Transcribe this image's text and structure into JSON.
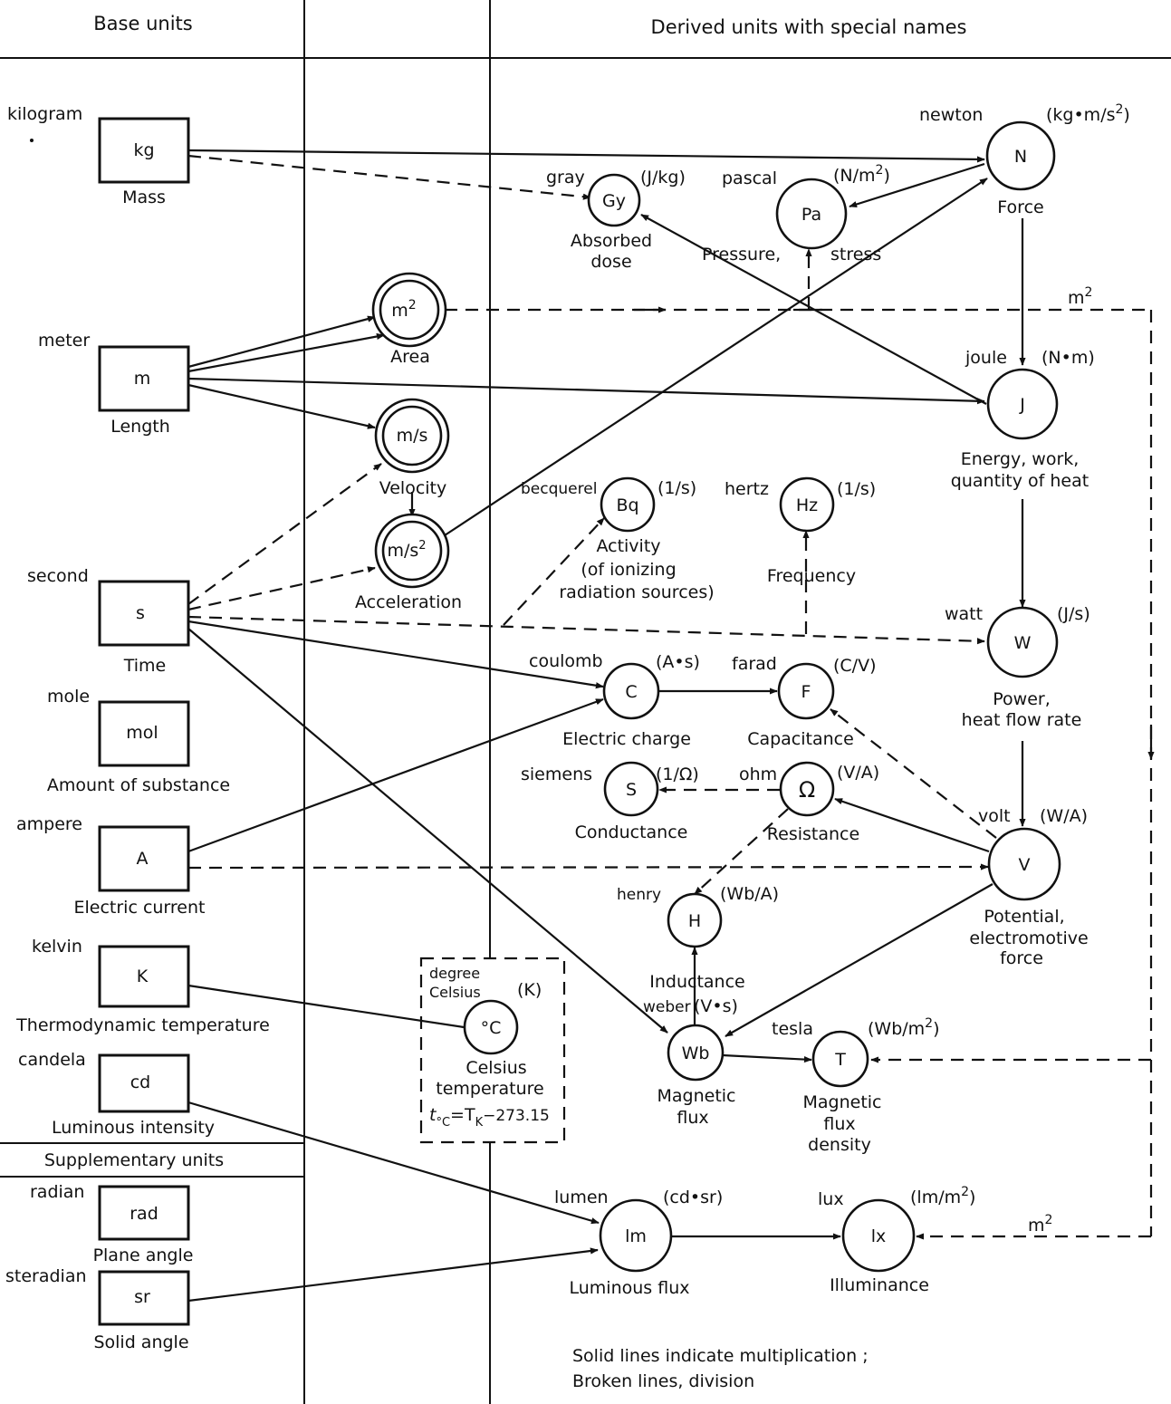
{
  "headers": {
    "base": "Base units",
    "derived": "Derived units with special names",
    "supplementary": "Supplementary units"
  },
  "base_units": [
    {
      "id": "kg",
      "name": "kilogram",
      "symbol": "kg",
      "quantity": "Mass"
    },
    {
      "id": "m",
      "name": "meter",
      "symbol": "m",
      "quantity": "Length"
    },
    {
      "id": "s",
      "name": "second",
      "symbol": "s",
      "quantity": "Time"
    },
    {
      "id": "mol",
      "name": "mole",
      "symbol": "mol",
      "quantity": "Amount of substance"
    },
    {
      "id": "A",
      "name": "ampere",
      "symbol": "A",
      "quantity": "Electric current"
    },
    {
      "id": "K",
      "name": "kelvin",
      "symbol": "K",
      "quantity": "Thermodynamic temperature"
    },
    {
      "id": "cd",
      "name": "candela",
      "symbol": "cd",
      "quantity": "Luminous intensity"
    }
  ],
  "supplementary_units": [
    {
      "id": "rad",
      "name": "radian",
      "symbol": "rad",
      "quantity": "Plane angle"
    },
    {
      "id": "sr",
      "name": "steradian",
      "symbol": "sr",
      "quantity": "Solid angle"
    }
  ],
  "intermediate_units": [
    {
      "id": "area",
      "symbol": "m",
      "sup": "2",
      "quantity": "Area"
    },
    {
      "id": "vel",
      "symbol": "m/s",
      "sup": "",
      "quantity": "Velocity"
    },
    {
      "id": "acc",
      "symbol": "m/s",
      "sup": "2",
      "quantity": "Acceleration"
    }
  ],
  "derived_units": {
    "N": {
      "name": "newton",
      "symbol": "N",
      "def": "(kg•m/s",
      "def_sup": "2",
      "def_end": ")",
      "quantity": [
        "Force"
      ]
    },
    "Pa": {
      "name": "pascal",
      "symbol": "Pa",
      "def": "(N/m",
      "def_sup": "2",
      "def_end": ")",
      "quantity": [
        "Pressure,",
        "stress"
      ]
    },
    "Gy": {
      "name": "gray",
      "symbol": "Gy",
      "def": "(J/kg)",
      "quantity": [
        "Absorbed",
        "dose"
      ]
    },
    "J": {
      "name": "joule",
      "symbol": "J",
      "def": "(N•m)",
      "quantity": [
        "Energy, work,",
        "quantity of heat"
      ]
    },
    "Bq": {
      "name": "becquerel",
      "symbol": "Bq",
      "def": "(1/s)",
      "quantity": [
        "Activity",
        "(of ionizing",
        "radiation sources)"
      ]
    },
    "Hz": {
      "name": "hertz",
      "symbol": "Hz",
      "def": "(1/s)",
      "quantity": [
        "Frequency"
      ]
    },
    "W": {
      "name": "watt",
      "symbol": "W",
      "def": "(J/s)",
      "quantity": [
        "Power,",
        "heat flow rate"
      ]
    },
    "C": {
      "name": "coulomb",
      "symbol": "C",
      "def": "(A•s)",
      "quantity": [
        "Electric charge"
      ]
    },
    "F": {
      "name": "farad",
      "symbol": "F",
      "def": "(C/V)",
      "quantity": [
        "Capacitance"
      ]
    },
    "S": {
      "name": "siemens",
      "symbol": "S",
      "def": "(1/Ω)",
      "quantity": [
        "Conductance"
      ]
    },
    "ohm": {
      "name": "ohm",
      "symbol": "Ω",
      "def": "(V/A)",
      "quantity": [
        "Resistance"
      ]
    },
    "V": {
      "name": "volt",
      "symbol": "V",
      "def": "(W/A)",
      "quantity": [
        "Potential,",
        "electromotive",
        "force"
      ]
    },
    "H": {
      "name": "henry",
      "symbol": "H",
      "def": "(Wb/A)",
      "quantity": [
        "Inductance"
      ]
    },
    "Wb": {
      "name": "weber",
      "symbol": "Wb",
      "def": "(V•s)",
      "quantity": [
        "Magnetic",
        "flux"
      ]
    },
    "T": {
      "name": "tesla",
      "symbol": "T",
      "def": "(Wb/m",
      "def_sup": "2",
      "def_end": ")",
      "quantity": [
        "Magnetic",
        "flux",
        "density"
      ]
    },
    "degC": {
      "name_lines": [
        "degree",
        "Celsius"
      ],
      "symbol": "°C",
      "def": "(K)",
      "quantity": [
        "Celsius",
        "temperature"
      ],
      "formula_t": "t",
      "formula_sub1": "°C",
      "formula_mid": "=T",
      "formula_sub2": "K",
      "formula_end": "−273.15"
    },
    "lm": {
      "name": "lumen",
      "symbol": "lm",
      "def": "(cd•sr)",
      "quantity": [
        "Luminous flux"
      ]
    },
    "lx": {
      "name": "lux",
      "symbol": "lx",
      "def": "(lm/m",
      "def_sup": "2",
      "def_end": ")",
      "quantity": [
        "Illuminance"
      ]
    }
  },
  "m2_labels": {
    "base": "m",
    "sup": "2"
  },
  "legend": [
    "Solid lines indicate multiplication ;",
    "Broken lines, division"
  ]
}
